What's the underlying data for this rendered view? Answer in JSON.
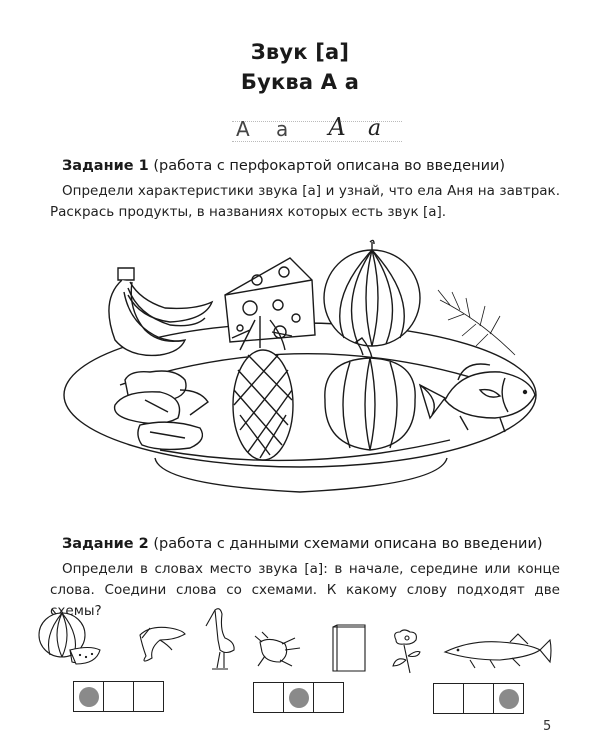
{
  "header": {
    "title_line1": "Звук [а]",
    "title_line2": "Буква А а",
    "letter_samples": {
      "print_upper": "А",
      "print_lower": "а",
      "script_upper": "А",
      "script_lower": "а"
    }
  },
  "task1": {
    "label": "Задание 1",
    "note": "(работа с перфокартой описана во введении)",
    "text": "Определи характеристики звука [а] и узнай, что ела Аня на завтрак. Раскрась продукты, в названиях которых есть звук [а].",
    "illustration": {
      "name": "plate-with-food",
      "items": [
        "bananas",
        "cheese",
        "watermelon",
        "dill",
        "mushrooms",
        "pineapple",
        "pumpkin",
        "fish"
      ]
    }
  },
  "task2": {
    "label": "Задание 2",
    "note": "(работа с данными схемами описана во введении)",
    "text": "Определи в словах место звука [а]: в начале, середине или конце слова. Соедини слова со схемами. К какому слову подходят две схемы?",
    "pictures": [
      "watermelon",
      "shark",
      "stork",
      "crayfish",
      "book",
      "poppy",
      "pike"
    ],
    "schemes": [
      {
        "position": "beginning",
        "cells": [
          true,
          false,
          false
        ]
      },
      {
        "position": "middle",
        "cells": [
          false,
          true,
          false
        ]
      },
      {
        "position": "end",
        "cells": [
          false,
          false,
          true
        ]
      }
    ]
  },
  "footer": {
    "page_number": "5"
  },
  "colors": {
    "ink": "#1a1a1a",
    "dot_fill": "#8a8a8a",
    "guide_line": "#bbbbbb"
  }
}
